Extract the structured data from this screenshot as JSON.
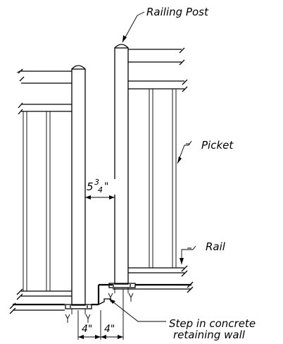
{
  "labels": {
    "railing_post": "Railing Post",
    "picket": "Picket",
    "rail": "Rail",
    "gap_whole": "5",
    "gap_num": "3",
    "gap_den": "4",
    "gap_unit": "\"",
    "step_line1": "Step in concrete",
    "step_line2": "retaining wall",
    "dim_left": "4\"",
    "dim_right": "4\""
  }
}
